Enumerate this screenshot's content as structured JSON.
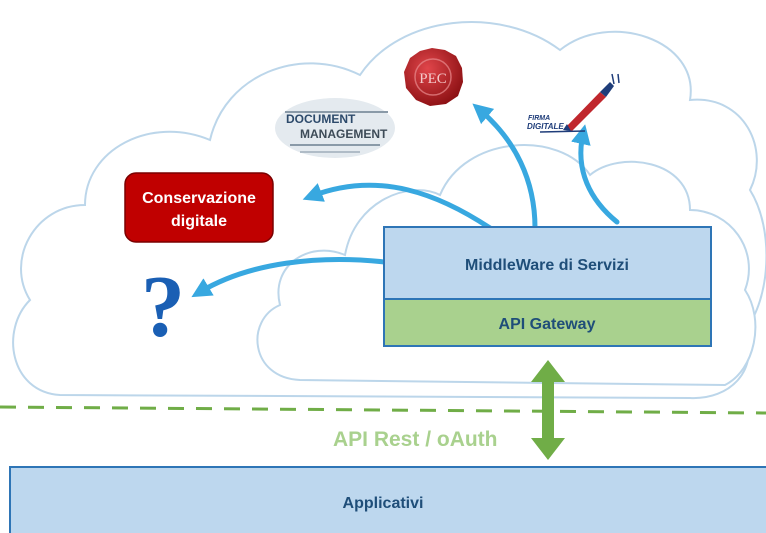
{
  "diagram": {
    "middleware_label": "MiddleWare di Servizi",
    "gateway_label": "API Gateway",
    "conservazione_line1": "Conservazione",
    "conservazione_line2": "digitale",
    "question_mark": "?",
    "api_rest_label": "API Rest / oAuth",
    "applicativi_label": "Applicativi",
    "document_management_word1": "DOCUMENT",
    "document_management_word2": "MANAGEMENT",
    "pec_label": "PEC",
    "firma_digitale_word1": "FIRMA",
    "firma_digitale_word2": "DIGITALE"
  },
  "colors": {
    "cloud_stroke": "#bcd6ea",
    "box_fill": "#bdd7ee",
    "box_stroke": "#2e75b6",
    "box_text": "#1f4e79",
    "gateway_fill": "#a9d18e",
    "arrow_blue": "#38a8e0",
    "green": "#70ad47",
    "green_text": "#a9d18e",
    "conservazione_fill": "#c00000",
    "question": "#1a5fb4",
    "pec_red": "#b0181c"
  }
}
